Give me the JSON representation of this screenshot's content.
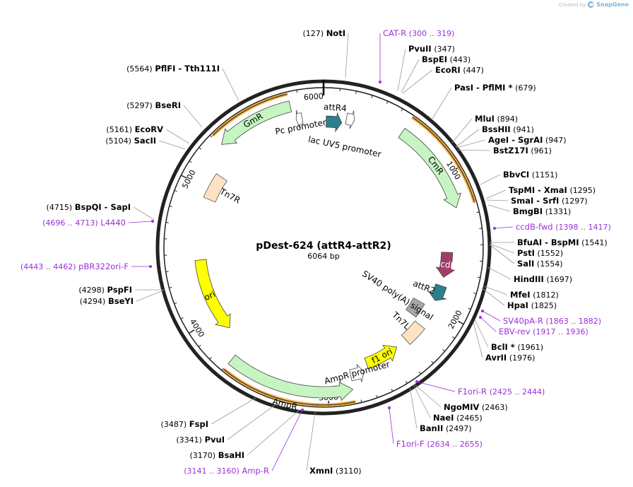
{
  "credit": {
    "prefix": "Created by",
    "brand": "SnapGene"
  },
  "plasmid": {
    "name": "pDest-624 (attR4-attR2)",
    "size": "6064 bp",
    "length": 6064
  },
  "ticks": [
    "1000",
    "2000",
    "3000",
    "4000",
    "5000",
    "6000"
  ],
  "features": [
    {
      "name": "CmR",
      "type": "gene",
      "color": "#c6f5c2",
      "start": 578,
      "end": 1237,
      "dir": 1,
      "label": "CmR",
      "orf": true
    },
    {
      "name": "ccdB",
      "type": "gene",
      "color": "#a23d67",
      "start": 1555,
      "end": 1752,
      "dir": 1,
      "label": "ccdB",
      "orf": false
    },
    {
      "name": "attR2",
      "type": "site",
      "color": "#2e7f8c",
      "start": 1820,
      "end": 1945,
      "dir": 1,
      "label": "attR2",
      "orf": false
    },
    {
      "name": "SV40 poly(A) signal",
      "type": "term",
      "color": "#a5a9ad",
      "start": 2010,
      "end": 2140,
      "dir": 0,
      "label": "SV40 poly(A) signal",
      "orf": false
    },
    {
      "name": "Tn7L",
      "type": "misc",
      "color": "#fde3c3",
      "start": 2170,
      "end": 2330,
      "dir": 0,
      "label": "Tn7L",
      "orf": false
    },
    {
      "name": "f1 ori",
      "type": "ori",
      "color": "#ffff00",
      "start": 2420,
      "end": 2690,
      "dir": -1,
      "label": "f1 ori",
      "orf": false
    },
    {
      "name": "AmpR promoter",
      "type": "prom",
      "color": "#ffffff",
      "start": 2730,
      "end": 2830,
      "dir": -1,
      "label": "AmpR promoter",
      "orf": false
    },
    {
      "name": "AmpR",
      "type": "gene",
      "color": "#c6f5c2",
      "start": 2835,
      "end": 3695,
      "dir": -1,
      "label": "AmpR",
      "orf": true
    },
    {
      "name": "ori",
      "type": "ori",
      "color": "#ffff00",
      "start": 3865,
      "end": 4450,
      "dir": -1,
      "label": "ori",
      "orf": false
    },
    {
      "name": "Tn7R",
      "type": "misc",
      "color": "#fde3c3",
      "start": 4930,
      "end": 5130,
      "dir": 0,
      "label": "Tn7R",
      "orf": false
    },
    {
      "name": "GmR",
      "type": "gene",
      "color": "#c6f5c2",
      "start": 5310,
      "end": 5840,
      "dir": -1,
      "label": "GmR",
      "orf": true
    },
    {
      "name": "Pc promoter",
      "type": "prom",
      "color": "#ffffff",
      "start": 5860,
      "end": 5905,
      "dir": -1,
      "label": "Pc promoter",
      "orf": false
    },
    {
      "name": "attR4",
      "type": "site",
      "color": "#2e7f8c",
      "start": 20,
      "end": 140,
      "dir": 1,
      "label": "attR4",
      "orf": false
    },
    {
      "name": "lac UV5 promoter",
      "type": "prom",
      "color": "#ffffff",
      "start": 170,
      "end": 230,
      "dir": 1,
      "label": "lac UV5 promoter",
      "orf": false
    }
  ],
  "sites": [
    {
      "id": "notI",
      "name": "NotI",
      "pos": "(127)",
      "namePos": "after",
      "color": "#000000"
    },
    {
      "id": "catR",
      "name": "CAT-R",
      "pos": "(300 .. 319)",
      "namePos": "before",
      "color": "#9b30d9"
    },
    {
      "id": "pvuII",
      "name": "PvuII",
      "pos": "(347)",
      "namePos": "before",
      "color": "#000000"
    },
    {
      "id": "bspEI",
      "name": "BspEI",
      "pos": "(443)",
      "namePos": "before",
      "color": "#000000"
    },
    {
      "id": "ecoRI",
      "name": "EcoRI",
      "pos": "(447)",
      "namePos": "before",
      "color": "#000000"
    },
    {
      "id": "pasI",
      "name": "PasI  - PflMI *",
      "pos": "(679)",
      "namePos": "before",
      "color": "#000000"
    },
    {
      "id": "mluI",
      "name": "MluI",
      "pos": "(894)",
      "namePos": "before",
      "color": "#000000"
    },
    {
      "id": "bssHII",
      "name": "BssHII",
      "pos": "(941)",
      "namePos": "before",
      "color": "#000000"
    },
    {
      "id": "ageI",
      "name": "AgeI  - SgrAI",
      "pos": "(947)",
      "namePos": "before",
      "color": "#000000"
    },
    {
      "id": "bstZ17I",
      "name": "BstZ17I",
      "pos": "(961)",
      "namePos": "before",
      "color": "#000000"
    },
    {
      "id": "bbvCI",
      "name": "BbvCI",
      "pos": "(1151)",
      "namePos": "before",
      "color": "#000000"
    },
    {
      "id": "tspMI",
      "name": "TspMI  - XmaI",
      "pos": "(1295)",
      "namePos": "before",
      "color": "#000000"
    },
    {
      "id": "smaI",
      "name": "SmaI  - SrfI",
      "pos": "(1297)",
      "namePos": "before",
      "color": "#000000"
    },
    {
      "id": "bmgBI",
      "name": "BmgBI",
      "pos": "(1331)",
      "namePos": "before",
      "color": "#000000"
    },
    {
      "id": "ccdbFwd",
      "name": "ccdB-fwd",
      "pos": "(1398 .. 1417)",
      "namePos": "before",
      "color": "#9b30d9"
    },
    {
      "id": "bfuAI",
      "name": "BfuAI  - BspMI",
      "pos": "(1541)",
      "namePos": "before",
      "color": "#000000"
    },
    {
      "id": "pstI",
      "name": "PstI",
      "pos": "(1552)",
      "namePos": "before",
      "color": "#000000"
    },
    {
      "id": "salI",
      "name": "SalI",
      "pos": "(1554)",
      "namePos": "before",
      "color": "#000000"
    },
    {
      "id": "hindIII",
      "name": "HindIII",
      "pos": "(1697)",
      "namePos": "before",
      "color": "#000000"
    },
    {
      "id": "mfeI",
      "name": "MfeI",
      "pos": "(1812)",
      "namePos": "before",
      "color": "#000000"
    },
    {
      "id": "hpaI",
      "name": "HpaI",
      "pos": "(1825)",
      "namePos": "before",
      "color": "#000000"
    },
    {
      "id": "sv40paR",
      "name": "SV40pA-R",
      "pos": "(1863 .. 1882)",
      "namePos": "before",
      "color": "#9b30d9"
    },
    {
      "id": "ebvRev",
      "name": "EBV-rev",
      "pos": "(1917 .. 1936)",
      "namePos": "before",
      "color": "#9b30d9"
    },
    {
      "id": "bclI",
      "name": "BclI *",
      "pos": "(1961)",
      "namePos": "before",
      "color": "#000000"
    },
    {
      "id": "avrII",
      "name": "AvrII",
      "pos": "(1976)",
      "namePos": "before",
      "color": "#000000"
    },
    {
      "id": "f1oriR",
      "name": "F1ori-R",
      "pos": "(2425 .. 2444)",
      "namePos": "before",
      "color": "#9b30d9"
    },
    {
      "id": "ngoMIV",
      "name": "NgoMIV",
      "pos": "(2463)",
      "namePos": "before",
      "color": "#000000"
    },
    {
      "id": "naeI",
      "name": "NaeI",
      "pos": "(2465)",
      "namePos": "before",
      "color": "#000000"
    },
    {
      "id": "banII",
      "name": "BanII",
      "pos": "(2497)",
      "namePos": "before",
      "color": "#000000"
    },
    {
      "id": "f1oriF",
      "name": "F1ori-F",
      "pos": "(2634 .. 2655)",
      "namePos": "before",
      "color": "#9b30d9"
    },
    {
      "id": "xmnI",
      "name": "XmnI",
      "pos": "(3110)",
      "namePos": "before",
      "color": "#000000"
    },
    {
      "id": "ampR",
      "name": "Amp-R",
      "pos": "(3141 .. 3160)",
      "namePos": "after",
      "color": "#9b30d9"
    },
    {
      "id": "bsaHI",
      "name": "BsaHI",
      "pos": "(3170)",
      "namePos": "after",
      "color": "#000000"
    },
    {
      "id": "pvuI",
      "name": "PvuI",
      "pos": "(3341)",
      "namePos": "after",
      "color": "#000000"
    },
    {
      "id": "fspI",
      "name": "FspI",
      "pos": "(3487)",
      "namePos": "after",
      "color": "#000000"
    },
    {
      "id": "bseYI",
      "name": "BseYI",
      "pos": "(4294)",
      "namePos": "after",
      "color": "#000000"
    },
    {
      "id": "pspFI",
      "name": "PspFI",
      "pos": "(4298)",
      "namePos": "after",
      "color": "#000000"
    },
    {
      "id": "pbr322",
      "name": "pBR322ori-F",
      "pos": "(4443 .. 4462)",
      "namePos": "after",
      "color": "#9b30d9"
    },
    {
      "id": "l4440",
      "name": "L4440",
      "pos": "(4696 .. 4713)",
      "namePos": "after",
      "color": "#9b30d9"
    },
    {
      "id": "bspQI",
      "name": "BspQI  - SapI",
      "pos": "(4715)",
      "namePos": "after",
      "color": "#000000"
    },
    {
      "id": "sacII",
      "name": "SacII",
      "pos": "(5104)",
      "namePos": "after",
      "color": "#000000"
    },
    {
      "id": "ecoRV",
      "name": "EcoRV",
      "pos": "(5161)",
      "namePos": "after",
      "color": "#000000"
    },
    {
      "id": "bseRI",
      "name": "BseRI",
      "pos": "(5297)",
      "namePos": "after",
      "color": "#000000"
    },
    {
      "id": "pflFI",
      "name": "PflFI  - Tth111I",
      "pos": "(5564)",
      "namePos": "after",
      "color": "#000000"
    }
  ]
}
